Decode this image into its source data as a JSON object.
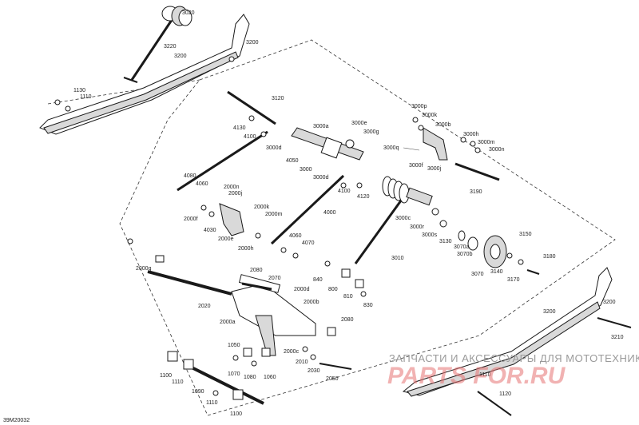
{
  "diagram_code": "39M20032",
  "watermark": {
    "line1": "ЗАПЧАСТИ И АКСЕССУАРЫ ДЛЯ МОТОТЕХНИКИ",
    "line2": "PARTS FOR.RU"
  },
  "labels": [
    "3020",
    "3220",
    "3200",
    "3200",
    "1130",
    "1110",
    "3120",
    "4130",
    "4100",
    "3000d",
    "3000a",
    "3000e",
    "3000g",
    "3000q",
    "3000p",
    "3000k",
    "3000b",
    "3000h",
    "3000m",
    "3000n",
    "3000j",
    "3190",
    "4050",
    "3000",
    "3000d",
    "3000f",
    "4080",
    "4060",
    "2000n",
    "2000j",
    "2000f",
    "4030",
    "2000k",
    "2000m",
    "2000e",
    "2000h",
    "4000",
    "4100",
    "4120",
    "3000c",
    "3000r",
    "3000s",
    "3130",
    "3070a",
    "3070b",
    "3150",
    "3180",
    "3070",
    "3140",
    "3170",
    "4060",
    "4070",
    "3010",
    "2000g",
    "2080",
    "2070",
    "840",
    "2000d",
    "800",
    "810",
    "830",
    "2000b",
    "2020",
    "2000a",
    "2080",
    "1050",
    "2000c",
    "2010",
    "2030",
    "2050",
    "1070",
    "1080",
    "1060",
    "1100",
    "1110",
    "1090",
    "1110",
    "1100",
    "3200",
    "3200",
    "3210",
    "1110",
    "1120"
  ]
}
